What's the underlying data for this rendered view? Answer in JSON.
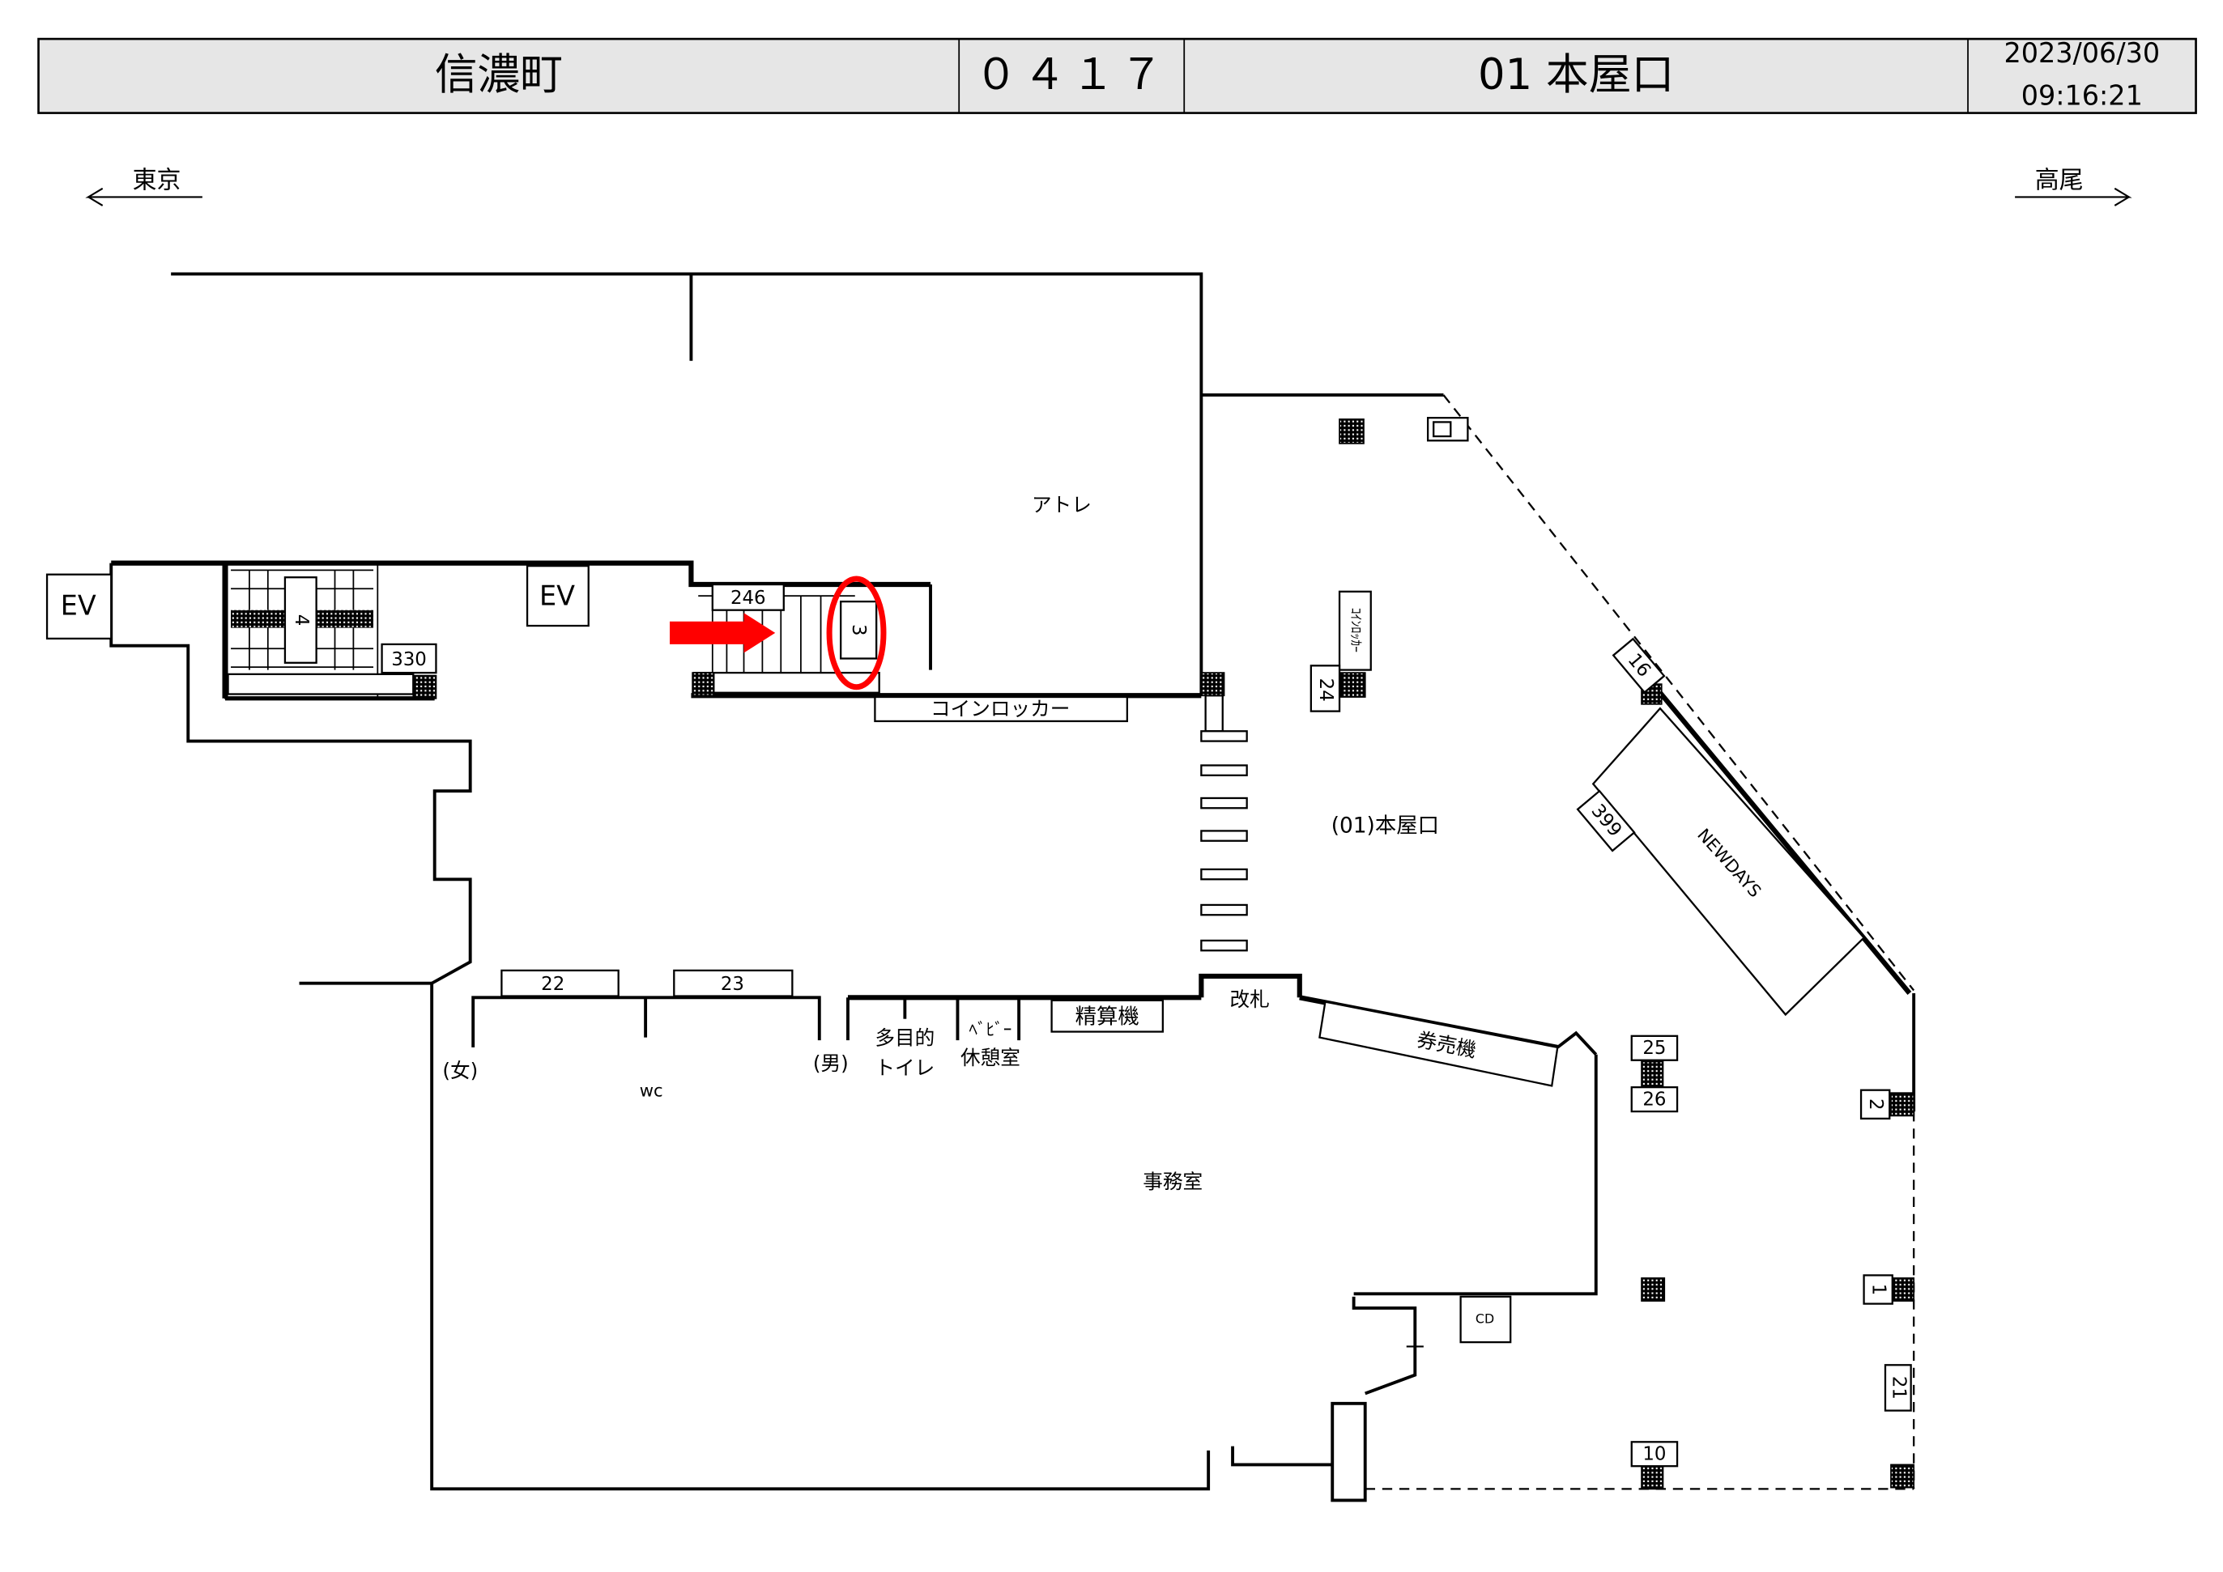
{
  "header": {
    "station": "信濃町",
    "code": "０４１７",
    "exit": "01 本屋口",
    "date": "2023/06/30",
    "time": "09:16:21"
  },
  "directions": {
    "left": "東京",
    "right": "高尾"
  },
  "labels": {
    "atre": "アトレ",
    "exit_name": "(01)本屋口",
    "gate": "改札",
    "women": "(女)",
    "wc": "wc",
    "men": "(男)",
    "multipurpose_1": "多目的",
    "multipurpose_2": "トイレ",
    "baby_1": "ﾍﾞﾋﾞｰ",
    "baby_2": "休憩室",
    "office": "事務室",
    "fare_adjust": "精算機",
    "ticket_machine": "券売機",
    "coin_locker": "コインロッカー",
    "coin_locker_small": "ｺｲﾝﾛｯｶｰ",
    "newdays": "NEWDAYS",
    "ev_left": "EV",
    "ev_mid": "EV",
    "cd": "CD"
  },
  "numbers": {
    "n246": "246",
    "n3": "3",
    "n4": "4",
    "n330": "330",
    "n22": "22",
    "n23": "23",
    "n24": "24",
    "n16": "16",
    "n399": "399",
    "n25": "25",
    "n26": "26",
    "n2": "2",
    "n1": "1",
    "n21": "21",
    "n10": "10"
  },
  "colors": {
    "highlight": "#ff0000",
    "header_bg": "#e6e6e6"
  }
}
